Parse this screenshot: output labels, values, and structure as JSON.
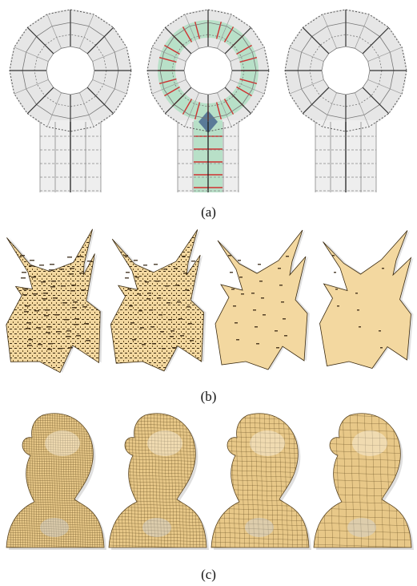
{
  "figure": {
    "captions": {
      "a": "(a)",
      "b": "(b)",
      "c": "(c)"
    },
    "panel_a": {
      "items": [
        "quad-mesh-diagram-original",
        "quad-mesh-diagram-highlighted",
        "quad-mesh-diagram-simplified"
      ],
      "highlight_fill": "#b8e0c8",
      "highlight_edge": "#d03030",
      "singular_fill": "#5a7a98"
    },
    "panel_b": {
      "items": [
        "rough-mesh-level-1",
        "rough-mesh-level-2",
        "rough-mesh-level-3",
        "rough-mesh-level-4"
      ],
      "surface_color": "#f3d8a0"
    },
    "panel_c": {
      "items": [
        "bust-quad-mesh-dense",
        "bust-quad-mesh-medium",
        "bust-quad-mesh-coarse",
        "bust-quad-mesh-coarsest"
      ],
      "surface_color": "#e8c888"
    }
  }
}
